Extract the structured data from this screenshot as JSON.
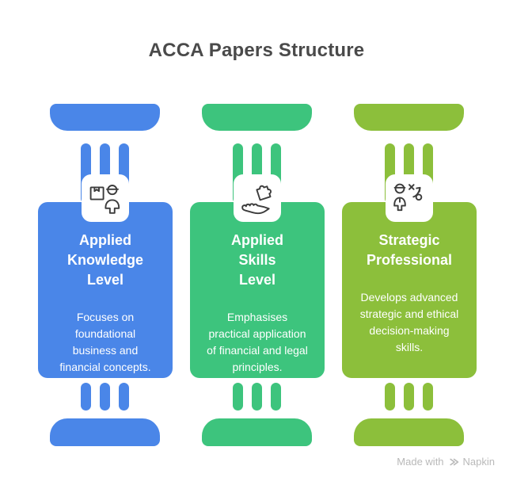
{
  "page": {
    "title": "ACCA Papers Structure",
    "title_color": "#4a4a4a",
    "background": "#ffffff"
  },
  "columns": [
    {
      "id": "applied-knowledge-level",
      "color": "#4a86e8",
      "icon": "worker-package-icon",
      "title": "Applied\nKnowledge\nLevel",
      "description": "Focuses on\nfoundational\nbusiness and\nfinancial concepts."
    },
    {
      "id": "applied-skills-level",
      "color": "#3dc47d",
      "icon": "hand-puzzle-icon",
      "title": "Applied\nSkills\nLevel",
      "description": "Emphasises\npractical application\nof financial and legal\nprinciples."
    },
    {
      "id": "strategic-professional",
      "color": "#8cbf3b",
      "icon": "person-strategy-icon",
      "title": "Strategic\nProfessional",
      "description": "Develops advanced\nstrategic and ethical\ndecision-making\nskills."
    }
  ],
  "footer": {
    "made_with": "Made with",
    "brand": "Napkin",
    "text_color": "#b9b9b9"
  }
}
